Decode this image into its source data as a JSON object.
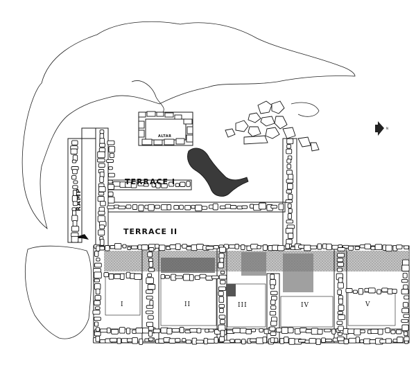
{
  "labels": {
    "terrace_1": "TERRACE I",
    "terrace_2": "TERRACE II",
    "ramp": "RAMP",
    "altar": "ALTAR",
    "rooms": [
      "I",
      "II",
      "III",
      "IV",
      "V"
    ],
    "north_marker": "N"
  },
  "colors": {
    "ink": "#111111",
    "paper": "#ffffff",
    "dark_fill": "#3a3a3a",
    "stipple": "#555555"
  },
  "icons": {
    "north_arrow": "north-arrow-icon",
    "ramp_arrow": "ramp-direction-arrow-icon"
  }
}
